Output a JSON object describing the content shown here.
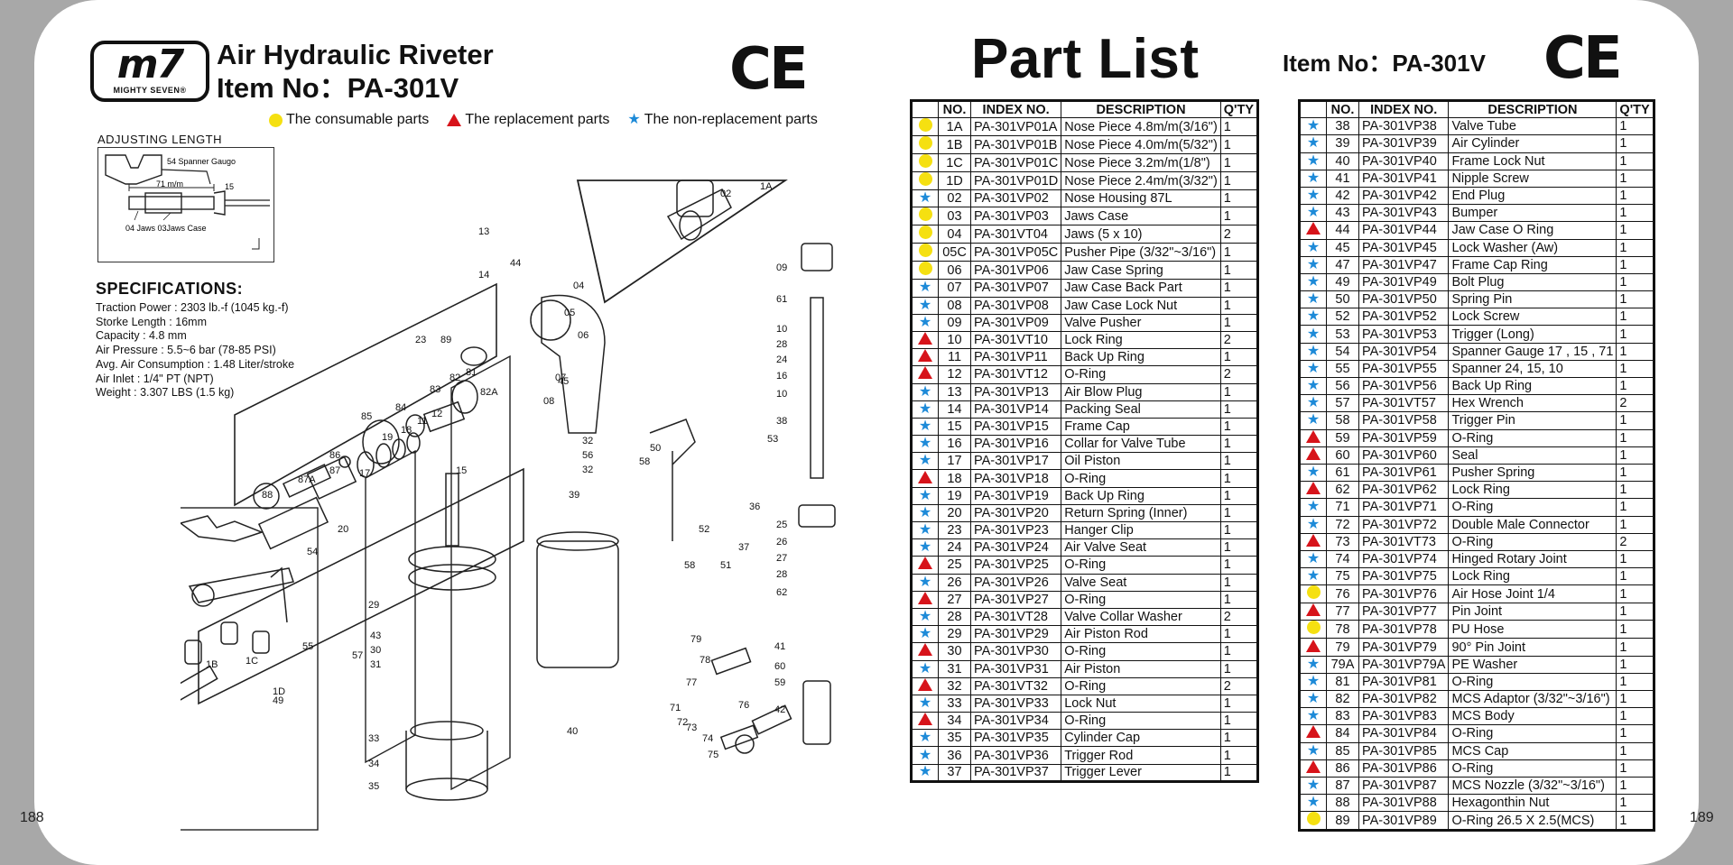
{
  "pages": {
    "left": "188",
    "right": "189"
  },
  "brand": {
    "logo_big": "m7",
    "logo_small": "MIGHTY SEVEN®"
  },
  "header": {
    "title": "Air Hydraulic Riveter",
    "item_no": "Item No：PA-301V",
    "ce": "CE"
  },
  "legend": [
    {
      "icon": "yellow-dot",
      "label": "The consumable parts",
      "color": "#f5e011"
    },
    {
      "icon": "red-triangle",
      "label": "The replacement parts",
      "color": "#d7131a"
    },
    {
      "icon": "blue-star",
      "label": "The non-replacement parts",
      "color": "#1d8ad8"
    }
  ],
  "adjusting": {
    "label": "ADJUSTING LENGTH",
    "callouts": [
      "54  Spanner Gaugo",
      "15",
      "71 m/m",
      "04 Jaws  03Jaws Case"
    ]
  },
  "specs": {
    "heading": "SPECIFICATIONS:",
    "lines": [
      "Traction Power : 2303 lb.-f (1045 kg.-f)",
      "Storke Length : 16mm",
      "Capacity : 4.8 mm",
      "Air Pressure : 5.5~6 bar (78-85 PSI)",
      "Avg. Air Consumption : 1.48 Liter/stroke",
      "Air Inlet : 1/4\" PT (NPT)",
      "Weight : 3.307 LBS (1.5 kg)"
    ]
  },
  "diagram_labels": [
    "1A",
    "02",
    "13",
    "44",
    "14",
    "23",
    "89",
    "85",
    "84",
    "83",
    "82",
    "81",
    "82A",
    "86",
    "87",
    "87A",
    "88",
    "19",
    "18",
    "11",
    "12",
    "17",
    "20",
    "15",
    "08",
    "45",
    "07",
    "06",
    "05",
    "04",
    "50",
    "58",
    "53",
    "36",
    "37",
    "52",
    "51",
    "58",
    "09",
    "61",
    "10",
    "28",
    "24",
    "16",
    "10",
    "38",
    "25",
    "26",
    "27",
    "28",
    "62",
    "41",
    "60",
    "59",
    "42",
    "32",
    "56",
    "32",
    "39",
    "29",
    "43",
    "30",
    "31",
    "33",
    "34",
    "35",
    "40",
    "79",
    "78",
    "77",
    "71",
    "72",
    "73",
    "74",
    "75",
    "76",
    "54",
    "55",
    "57",
    "1B",
    "1C",
    "1D",
    "49"
  ],
  "part_list": {
    "title": "Part List",
    "item_no": "Item No：PA-301V",
    "headers": [
      "NO.",
      "INDEX NO.",
      "DESCRIPTION",
      "Q'TY"
    ],
    "left_rows": [
      {
        "mark": "dot",
        "no": "1A",
        "index": "PA-301VP01A",
        "desc": "Nose Piece 4.8m/m(3/16\")",
        "qty": "1"
      },
      {
        "mark": "dot",
        "no": "1B",
        "index": "PA-301VP01B",
        "desc": "Nose Piece 4.0m/m(5/32\")",
        "qty": "1"
      },
      {
        "mark": "dot",
        "no": "1C",
        "index": "PA-301VP01C",
        "desc": "Nose Piece 3.2m/m(1/8\")",
        "qty": "1"
      },
      {
        "mark": "dot",
        "no": "1D",
        "index": "PA-301VP01D",
        "desc": "Nose Piece 2.4m/m(3/32\")",
        "qty": "1"
      },
      {
        "mark": "star",
        "no": "02",
        "index": "PA-301VP02",
        "desc": "Nose Housing 87L",
        "qty": "1"
      },
      {
        "mark": "dot",
        "no": "03",
        "index": "PA-301VP03",
        "desc": "Jaws Case",
        "qty": "1"
      },
      {
        "mark": "dot",
        "no": "04",
        "index": "PA-301VT04",
        "desc": "Jaws (5 x 10)",
        "qty": "2"
      },
      {
        "mark": "dot",
        "no": "05C",
        "index": "PA-301VP05C",
        "desc": "Pusher Pipe (3/32\"~3/16\")",
        "qty": "1"
      },
      {
        "mark": "dot",
        "no": "06",
        "index": "PA-301VP06",
        "desc": "Jaw Case Spring",
        "qty": "1"
      },
      {
        "mark": "star",
        "no": "07",
        "index": "PA-301VP07",
        "desc": "Jaw Case Back Part",
        "qty": "1"
      },
      {
        "mark": "star",
        "no": "08",
        "index": "PA-301VP08",
        "desc": "Jaw Case Lock Nut",
        "qty": "1"
      },
      {
        "mark": "star",
        "no": "09",
        "index": "PA-301VP09",
        "desc": "Valve Pusher",
        "qty": "1"
      },
      {
        "mark": "tri",
        "no": "10",
        "index": "PA-301VT10",
        "desc": "Lock Ring",
        "qty": "2"
      },
      {
        "mark": "tri",
        "no": "11",
        "index": "PA-301VP11",
        "desc": "Back Up Ring",
        "qty": "1"
      },
      {
        "mark": "tri",
        "no": "12",
        "index": "PA-301VT12",
        "desc": "O-Ring",
        "qty": "2"
      },
      {
        "mark": "star",
        "no": "13",
        "index": "PA-301VP13",
        "desc": "Air Blow Plug",
        "qty": "1"
      },
      {
        "mark": "star",
        "no": "14",
        "index": "PA-301VP14",
        "desc": "Packing Seal",
        "qty": "1"
      },
      {
        "mark": "star",
        "no": "15",
        "index": "PA-301VP15",
        "desc": "Frame Cap",
        "qty": "1"
      },
      {
        "mark": "star",
        "no": "16",
        "index": "PA-301VP16",
        "desc": "Collar for Valve Tube",
        "qty": "1"
      },
      {
        "mark": "star",
        "no": "17",
        "index": "PA-301VP17",
        "desc": "Oil Piston",
        "qty": "1"
      },
      {
        "mark": "tri",
        "no": "18",
        "index": "PA-301VP18",
        "desc": "O-Ring",
        "qty": "1"
      },
      {
        "mark": "star",
        "no": "19",
        "index": "PA-301VP19",
        "desc": "Back Up Ring",
        "qty": "1"
      },
      {
        "mark": "star",
        "no": "20",
        "index": "PA-301VP20",
        "desc": "Return Spring (Inner)",
        "qty": "1"
      },
      {
        "mark": "star",
        "no": "23",
        "index": "PA-301VP23",
        "desc": "Hanger Clip",
        "qty": "1"
      },
      {
        "mark": "star",
        "no": "24",
        "index": "PA-301VP24",
        "desc": "Air Valve Seat",
        "qty": "1"
      },
      {
        "mark": "tri",
        "no": "25",
        "index": "PA-301VP25",
        "desc": "O-Ring",
        "qty": "1"
      },
      {
        "mark": "star",
        "no": "26",
        "index": "PA-301VP26",
        "desc": "Valve Seat",
        "qty": "1"
      },
      {
        "mark": "tri",
        "no": "27",
        "index": "PA-301VP27",
        "desc": "O-Ring",
        "qty": "1"
      },
      {
        "mark": "star",
        "no": "28",
        "index": "PA-301VT28",
        "desc": "Valve Collar Washer",
        "qty": "2"
      },
      {
        "mark": "star",
        "no": "29",
        "index": "PA-301VP29",
        "desc": "Air Piston Rod",
        "qty": "1"
      },
      {
        "mark": "tri",
        "no": "30",
        "index": "PA-301VP30",
        "desc": "O-Ring",
        "qty": "1"
      },
      {
        "mark": "star",
        "no": "31",
        "index": "PA-301VP31",
        "desc": "Air Piston",
        "qty": "1"
      },
      {
        "mark": "tri",
        "no": "32",
        "index": "PA-301VT32",
        "desc": "O-Ring",
        "qty": "2"
      },
      {
        "mark": "star",
        "no": "33",
        "index": "PA-301VP33",
        "desc": "Lock Nut",
        "qty": "1"
      },
      {
        "mark": "tri",
        "no": "34",
        "index": "PA-301VP34",
        "desc": "O-Ring",
        "qty": "1"
      },
      {
        "mark": "star",
        "no": "35",
        "index": "PA-301VP35",
        "desc": "Cylinder Cap",
        "qty": "1"
      },
      {
        "mark": "star",
        "no": "36",
        "index": "PA-301VP36",
        "desc": "Trigger Rod",
        "qty": "1"
      },
      {
        "mark": "star",
        "no": "37",
        "index": "PA-301VP37",
        "desc": "Trigger Lever",
        "qty": "1"
      }
    ],
    "right_rows": [
      {
        "mark": "star",
        "no": "38",
        "index": "PA-301VP38",
        "desc": "Valve Tube",
        "qty": "1"
      },
      {
        "mark": "star",
        "no": "39",
        "index": "PA-301VP39",
        "desc": "Air Cylinder",
        "qty": "1"
      },
      {
        "mark": "star",
        "no": "40",
        "index": "PA-301VP40",
        "desc": "Frame Lock Nut",
        "qty": "1"
      },
      {
        "mark": "star",
        "no": "41",
        "index": "PA-301VP41",
        "desc": "Nipple Screw",
        "qty": "1"
      },
      {
        "mark": "star",
        "no": "42",
        "index": "PA-301VP42",
        "desc": "End Plug",
        "qty": "1"
      },
      {
        "mark": "star",
        "no": "43",
        "index": "PA-301VP43",
        "desc": "Bumper",
        "qty": "1"
      },
      {
        "mark": "tri",
        "no": "44",
        "index": "PA-301VP44",
        "desc": "Jaw Case O Ring",
        "qty": "1"
      },
      {
        "mark": "star",
        "no": "45",
        "index": "PA-301VP45",
        "desc": "Lock Washer (Aw)",
        "qty": "1"
      },
      {
        "mark": "star",
        "no": "47",
        "index": "PA-301VP47",
        "desc": "Frame Cap Ring",
        "qty": "1"
      },
      {
        "mark": "star",
        "no": "49",
        "index": "PA-301VP49",
        "desc": "Bolt Plug",
        "qty": "1"
      },
      {
        "mark": "star",
        "no": "50",
        "index": "PA-301VP50",
        "desc": "Spring Pin",
        "qty": "1"
      },
      {
        "mark": "star",
        "no": "52",
        "index": "PA-301VP52",
        "desc": "Lock Screw",
        "qty": "1"
      },
      {
        "mark": "star",
        "no": "53",
        "index": "PA-301VP53",
        "desc": "Trigger (Long)",
        "qty": "1"
      },
      {
        "mark": "star",
        "no": "54",
        "index": "PA-301VP54",
        "desc": "Spanner Gauge 17 , 15 , 71",
        "qty": "1"
      },
      {
        "mark": "star",
        "no": "55",
        "index": "PA-301VP55",
        "desc": "Spanner 24, 15, 10",
        "qty": "1"
      },
      {
        "mark": "star",
        "no": "56",
        "index": "PA-301VP56",
        "desc": "Back Up Ring",
        "qty": "1"
      },
      {
        "mark": "star",
        "no": "57",
        "index": "PA-301VT57",
        "desc": "Hex Wrench",
        "qty": "2"
      },
      {
        "mark": "star",
        "no": "58",
        "index": "PA-301VP58",
        "desc": "Trigger Pin",
        "qty": "1"
      },
      {
        "mark": "tri",
        "no": "59",
        "index": "PA-301VP59",
        "desc": "O-Ring",
        "qty": "1"
      },
      {
        "mark": "tri",
        "no": "60",
        "index": "PA-301VP60",
        "desc": "Seal",
        "qty": "1"
      },
      {
        "mark": "star",
        "no": "61",
        "index": "PA-301VP61",
        "desc": "Pusher Spring",
        "qty": "1"
      },
      {
        "mark": "tri",
        "no": "62",
        "index": "PA-301VP62",
        "desc": "Lock Ring",
        "qty": "1"
      },
      {
        "mark": "star",
        "no": "71",
        "index": "PA-301VP71",
        "desc": "O-Ring",
        "qty": "1"
      },
      {
        "mark": "star",
        "no": "72",
        "index": "PA-301VP72",
        "desc": "Double Male Connector",
        "qty": "1"
      },
      {
        "mark": "tri",
        "no": "73",
        "index": "PA-301VT73",
        "desc": "O-Ring",
        "qty": "2"
      },
      {
        "mark": "star",
        "no": "74",
        "index": "PA-301VP74",
        "desc": "Hinged Rotary Joint",
        "qty": "1"
      },
      {
        "mark": "star",
        "no": "75",
        "index": "PA-301VP75",
        "desc": "Lock Ring",
        "qty": "1"
      },
      {
        "mark": "dot",
        "no": "76",
        "index": "PA-301VP76",
        "desc": "Air Hose Joint 1/4",
        "qty": "1"
      },
      {
        "mark": "tri",
        "no": "77",
        "index": "PA-301VP77",
        "desc": "Pin Joint",
        "qty": "1"
      },
      {
        "mark": "dot",
        "no": "78",
        "index": "PA-301VP78",
        "desc": "PU Hose",
        "qty": "1"
      },
      {
        "mark": "tri",
        "no": "79",
        "index": "PA-301VP79",
        "desc": "90° Pin Joint",
        "qty": "1"
      },
      {
        "mark": "star",
        "no": "79A",
        "index": "PA-301VP79A",
        "desc": "PE Washer",
        "qty": "1"
      },
      {
        "mark": "star",
        "no": "81",
        "index": "PA-301VP81",
        "desc": "O-Ring",
        "qty": "1"
      },
      {
        "mark": "star",
        "no": "82",
        "index": "PA-301VP82",
        "desc": "MCS Adaptor (3/32\"~3/16\")",
        "qty": "1"
      },
      {
        "mark": "star",
        "no": "83",
        "index": "PA-301VP83",
        "desc": "MCS Body",
        "qty": "1"
      },
      {
        "mark": "tri",
        "no": "84",
        "index": "PA-301VP84",
        "desc": "O-Ring",
        "qty": "1"
      },
      {
        "mark": "star",
        "no": "85",
        "index": "PA-301VP85",
        "desc": "MCS Cap",
        "qty": "1"
      },
      {
        "mark": "tri",
        "no": "86",
        "index": "PA-301VP86",
        "desc": "O-Ring",
        "qty": "1"
      },
      {
        "mark": "star",
        "no": "87",
        "index": "PA-301VP87",
        "desc": "MCS Nozzle (3/32\"~3/16\")",
        "qty": "1"
      },
      {
        "mark": "star",
        "no": "88",
        "index": "PA-301VP88",
        "desc": "Hexagonthin Nut",
        "qty": "1"
      },
      {
        "mark": "dot",
        "no": "89",
        "index": "PA-301VP89",
        "desc": "O-Ring 26.5 X 2.5(MCS)",
        "qty": "1"
      }
    ]
  }
}
